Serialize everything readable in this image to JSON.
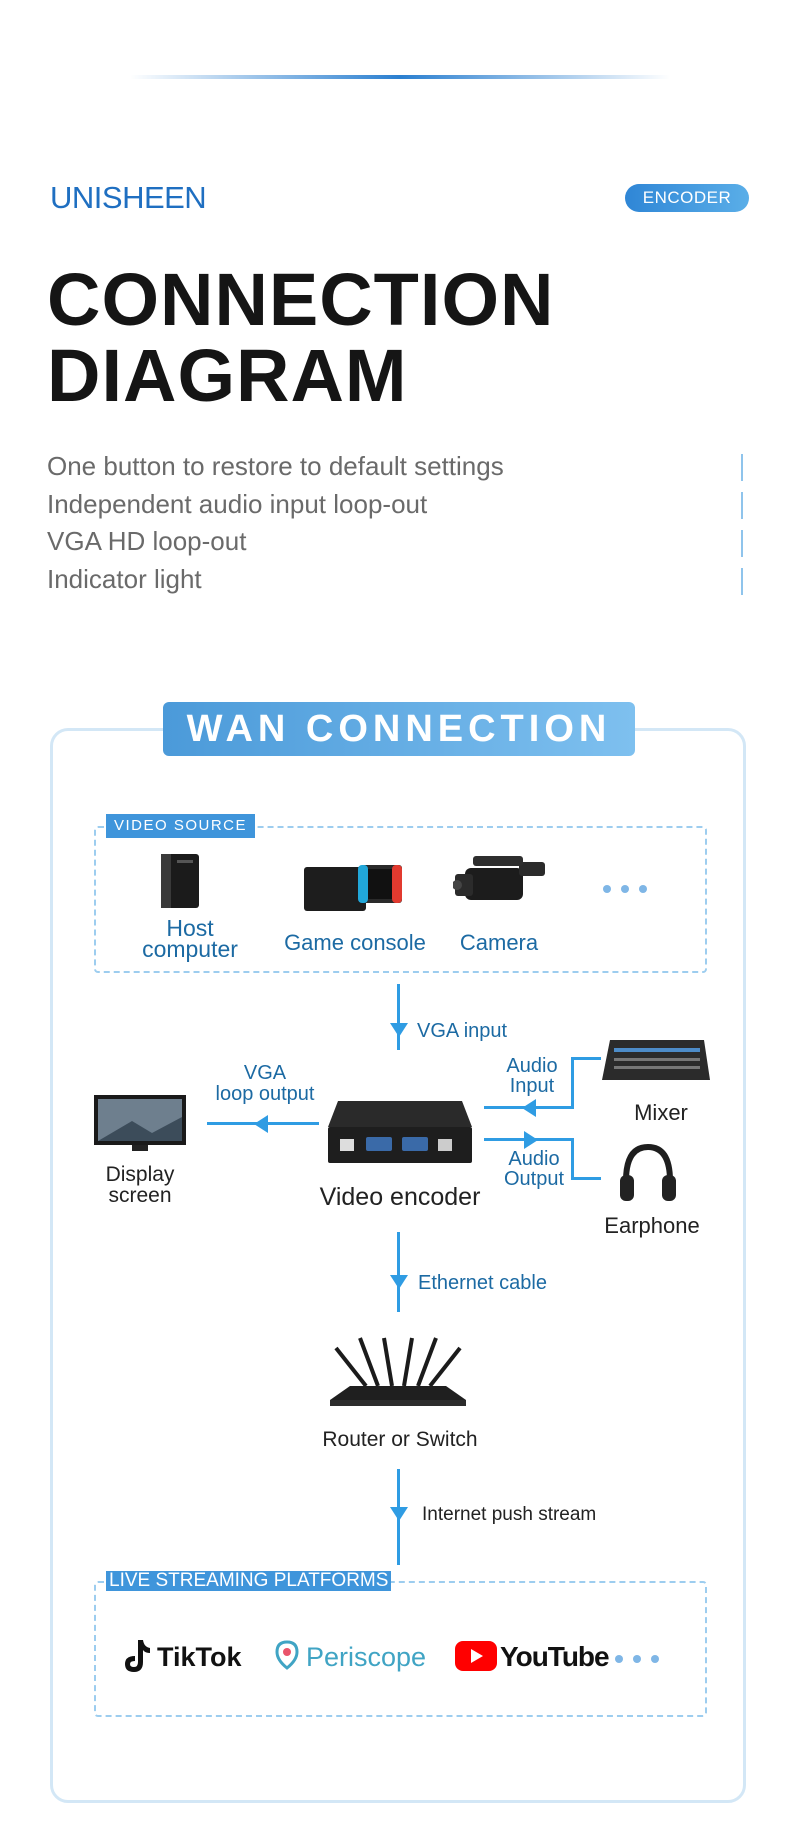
{
  "brand": "UNISHEEN",
  "badge": "ENCODER",
  "title": [
    "CONNECTION",
    "DIAGRAM"
  ],
  "features": [
    "One button to restore to default settings",
    "Independent audio input loop-out",
    "VGA HD loop-out",
    "Indicator light"
  ],
  "section_title": "WAN CONNECTION",
  "video_source": {
    "tag": "VIDEO SOURCE",
    "items": [
      "Host computer",
      "Game console",
      "Camera"
    ]
  },
  "connections": {
    "vga_input": "VGA input",
    "vga_loop": [
      "VGA",
      "loop output"
    ],
    "audio_input": [
      "Audio",
      "Input"
    ],
    "audio_output": [
      "Audio",
      "Output"
    ],
    "ethernet": "Ethernet cable",
    "internet": "Internet push stream"
  },
  "devices": {
    "encoder": "Video encoder",
    "display": [
      "Display",
      "screen"
    ],
    "mixer": "Mixer",
    "earphone": "Earphone",
    "router": "Router or Switch"
  },
  "platforms": {
    "tag": "LIVE STREAMING PLATFORMS",
    "items": [
      "TikTok",
      "Periscope",
      "YouTube"
    ]
  },
  "colors": {
    "accent": "#2f9ce3",
    "brand": "#1f6fc1",
    "frame": "#d3e7f6"
  }
}
